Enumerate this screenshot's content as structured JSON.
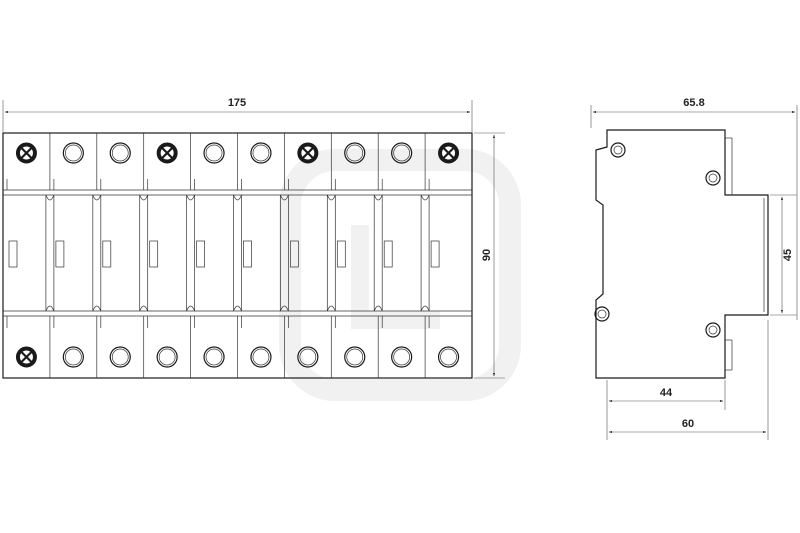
{
  "front_view": {
    "module_count": 10,
    "top_terminals": [
      "cross",
      "circle",
      "circle",
      "cross",
      "circle",
      "circle",
      "cross",
      "circle",
      "circle",
      "cross"
    ],
    "bottom_terminals": [
      "cross",
      "circle",
      "circle",
      "circle",
      "circle",
      "circle",
      "circle",
      "circle",
      "circle",
      "circle"
    ],
    "dimensions": {
      "width": "175",
      "height": "90"
    }
  },
  "side_view": {
    "dimensions": {
      "depth": "65.8",
      "rail_height": "45",
      "front_depth": "44",
      "body_depth": "60"
    }
  },
  "colors": {
    "line": "#1a1a1a",
    "watermark": "#e6e6e6",
    "background": "#ffffff"
  }
}
